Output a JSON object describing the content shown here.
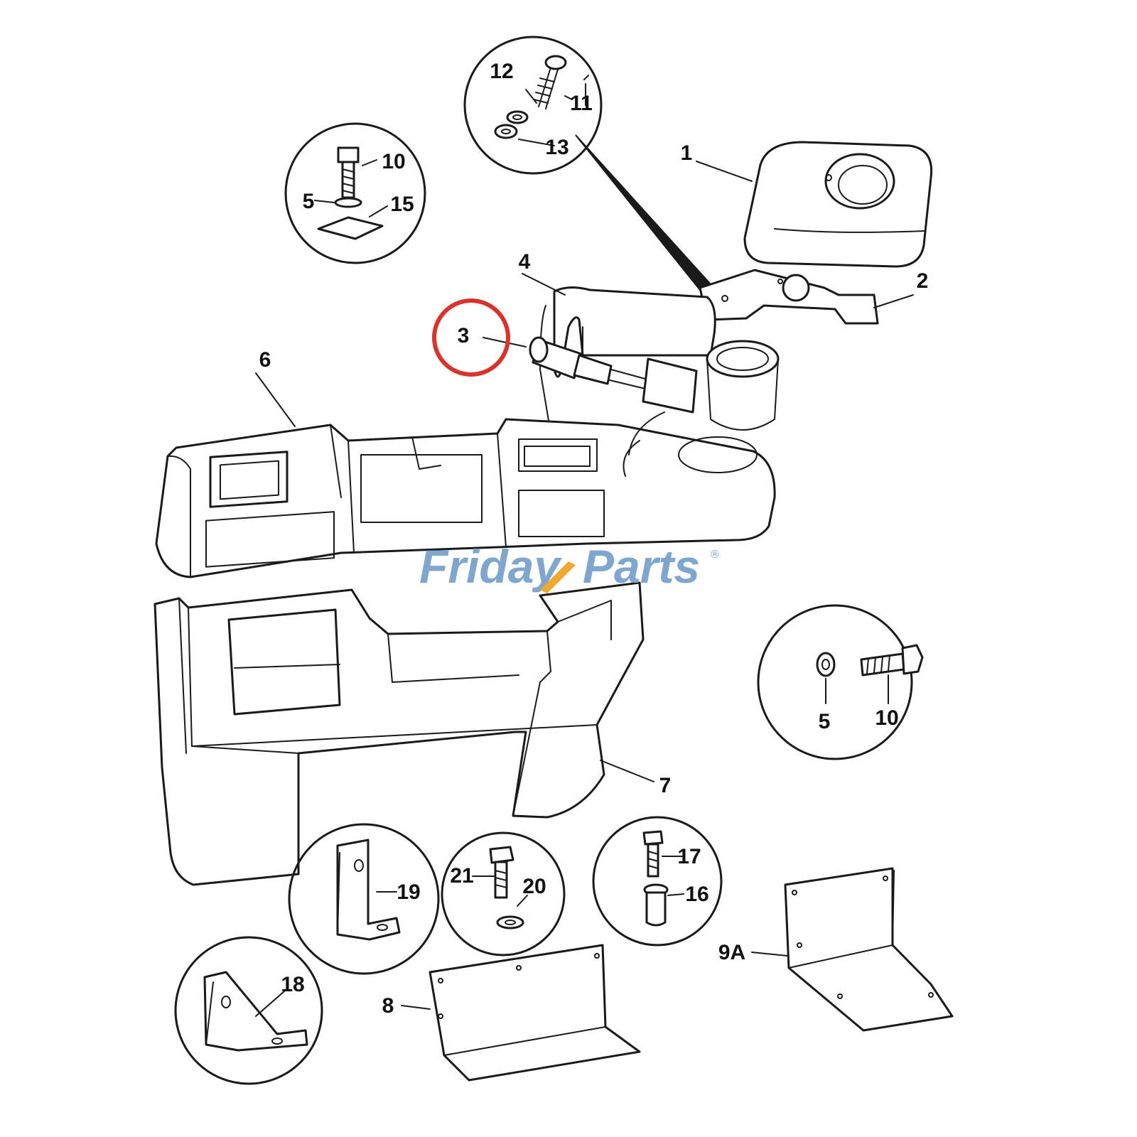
{
  "callouts": {
    "c1": "1",
    "c2": "2",
    "c3": "3",
    "c4": "4",
    "c5": "5",
    "c5b": "5",
    "c6": "6",
    "c7": "7",
    "c8": "8",
    "c9a": "9A",
    "c10": "10",
    "c10b": "10",
    "c11": "11",
    "c12": "12",
    "c13": "13",
    "c15": "15",
    "c16": "16",
    "c17": "17",
    "c18": "18",
    "c19": "19",
    "c20": "20",
    "c21": "21"
  },
  "watermark": {
    "text_part1": "Friday",
    "text_part2": "Parts",
    "registered_mark": "®",
    "color_primary": "#7fa6cf",
    "color_accent": "#f0a830"
  },
  "highlight": {
    "color": "#d9342b",
    "target": "3"
  }
}
